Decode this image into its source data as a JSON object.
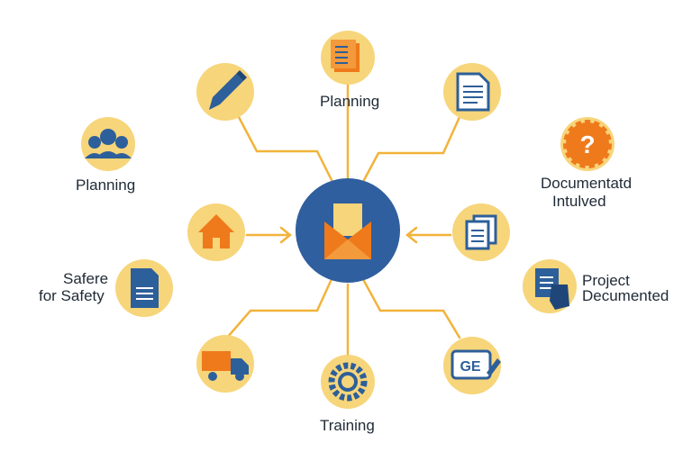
{
  "colors": {
    "connector": "#f2b33a",
    "node_fill": "#f7d57a",
    "hub_fill": "#2f5f9e",
    "icon_blue": "#2d5f9a",
    "icon_orange": "#ee7a1c"
  },
  "nodes": [
    {
      "icon": "pencil-icon"
    },
    {
      "icon": "document-stack-icon",
      "label": "Planning"
    },
    {
      "icon": "text-document-icon"
    },
    {
      "icon": "team-people-icon",
      "label": "Planning"
    },
    {
      "icon": "question-gear-icon",
      "label_line1": "Documentatd",
      "label_line2": "Intulved"
    },
    {
      "icon": "house-icon"
    },
    {
      "icon": "envelope-icon"
    },
    {
      "icon": "copy-documents-icon"
    },
    {
      "icon": "clipboard-document-icon",
      "label_line1": "Safere",
      "label_line2": "for Safety"
    },
    {
      "icon": "hand-document-icon",
      "label_line1": "Project",
      "label_line2": "Decumented"
    },
    {
      "icon": "delivery-truck-icon"
    },
    {
      "icon": "cog-training-icon",
      "label": "Training"
    },
    {
      "icon": "ge-tablet-icon",
      "ge_text": "GE"
    }
  ]
}
